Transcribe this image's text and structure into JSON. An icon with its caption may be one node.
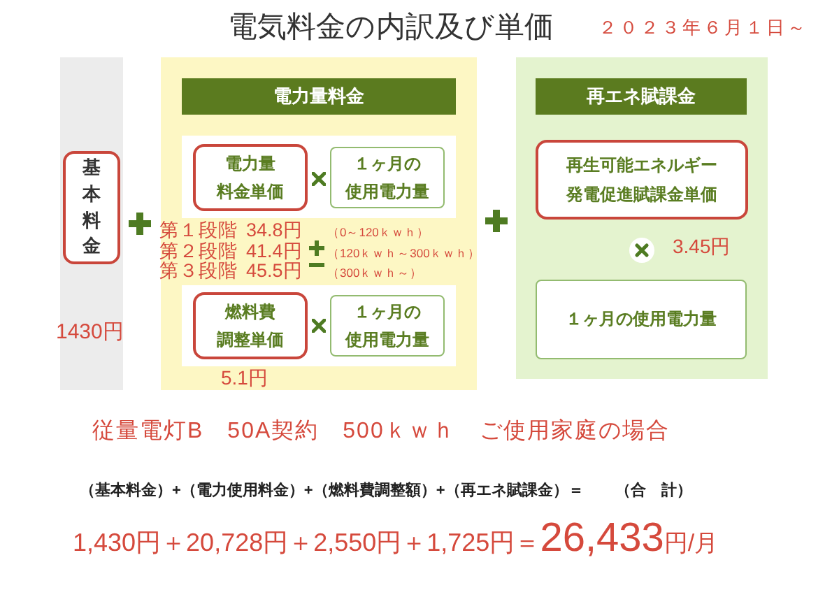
{
  "diagram": {
    "title": "電気料金の内訳及び単価",
    "nodes": [
      {
        "text": [],
        "shape": "box"
      },
      {
        "text": [
          "基本料金"
        ],
        "in": 0,
        "beside": [
          "1430円"
        ]
      },
      {
        "text": [],
        "shape": "box"
      },
      {
        "text": [
          "電力量料金"
        ],
        "in": 2
      },
      {
        "text": [],
        "shape": "box",
        "in": 2
      },
      {
        "text": [
          "電力量料金単価"
        ],
        "in": 4,
        "beside": [
          "第１段階",
          "34.8円",
          "（0～120ｋｗｈ）",
          "第２段階",
          "41.4円",
          "（120ｋｗｈ～300ｋｗｈ）",
          "第３段階",
          "45.5円",
          "（300ｋｗｈ～）"
        ]
      },
      {
        "text": [
          "１ヶ月の使用電力量"
        ],
        "in": 4
      },
      {
        "text": [],
        "shape": "box",
        "in": 2
      },
      {
        "text": [
          "燃料費調整単価"
        ],
        "in": 7,
        "beside": [
          "5.1円"
        ]
      },
      {
        "text": [
          "１ヶ月の使用電力量"
        ],
        "in": 7
      },
      {
        "text": [],
        "shape": "box"
      },
      {
        "text": [
          "再エネ賦課金"
        ],
        "in": 10
      },
      {
        "text": [
          "再生可能エネルギー発電促進賦課金単価"
        ],
        "in": 10,
        "beside": [
          "3.45円"
        ]
      },
      {
        "text": [
          "１ヶ月の使用電力量"
        ],
        "in": 10
      }
    ],
    "labels": [
      "２０２３年６月１日～",
      "従量電灯B　50A契約　500ｋｗｈ　ご使用家庭の場合",
      "（基本料金）+（電力使用料金）+（燃料費調整額）+（再エネ賦課金）＝",
      "（合　計）",
      "1,430円＋20,728円＋2,550円＋1,725円＝",
      "26,433",
      "円/月"
    ]
  }
}
